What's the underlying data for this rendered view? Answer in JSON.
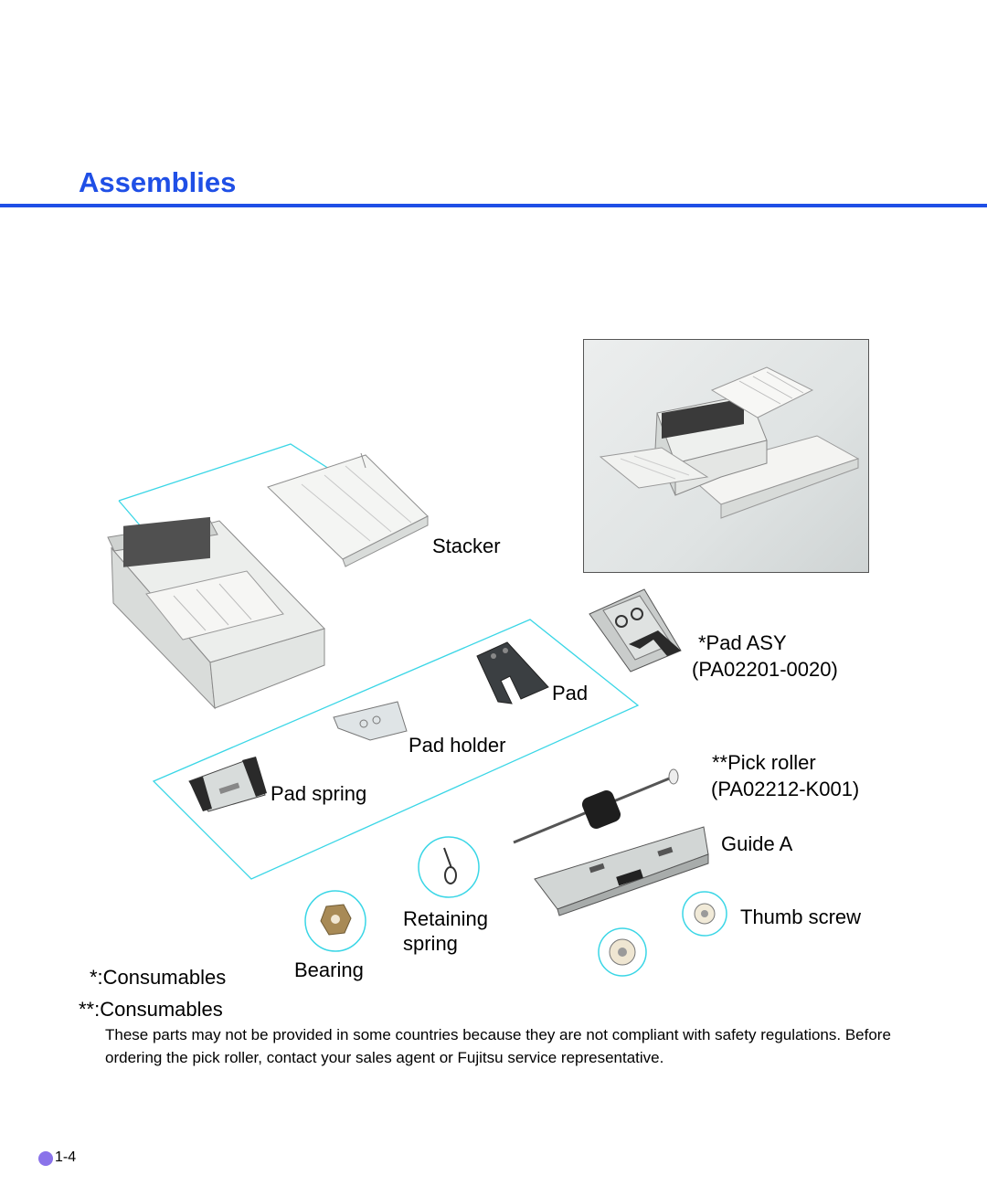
{
  "section": {
    "title": "Assemblies"
  },
  "labels": {
    "stacker": "Stacker",
    "pad_asy": "*Pad  ASY",
    "pad_asy_part": "(PA02201-0020)",
    "pad": "Pad",
    "pad_holder": "Pad holder",
    "pick_roller": "**Pick roller",
    "pick_roller_part": "(PA02212-K001)",
    "pad_spring": "Pad spring",
    "guide_a": "Guide A",
    "retaining_spring_1": "Retaining",
    "retaining_spring_2": "spring",
    "thumb_screw": "Thumb screw",
    "bearing": "Bearing",
    "consumables_single": "*:Consumables",
    "consumables_double": "**:Consumables"
  },
  "note": "These parts may not be provided in some countries because they are not compliant with safety regulations.  Before ordering the pick roller, contact your sales agent or Fujitsu service representative.",
  "footer": {
    "page": "1-4"
  },
  "colors": {
    "heading": "#1f4fe6",
    "leader_lines": "#3ad6e6",
    "page_marker": "#8a73ea"
  }
}
